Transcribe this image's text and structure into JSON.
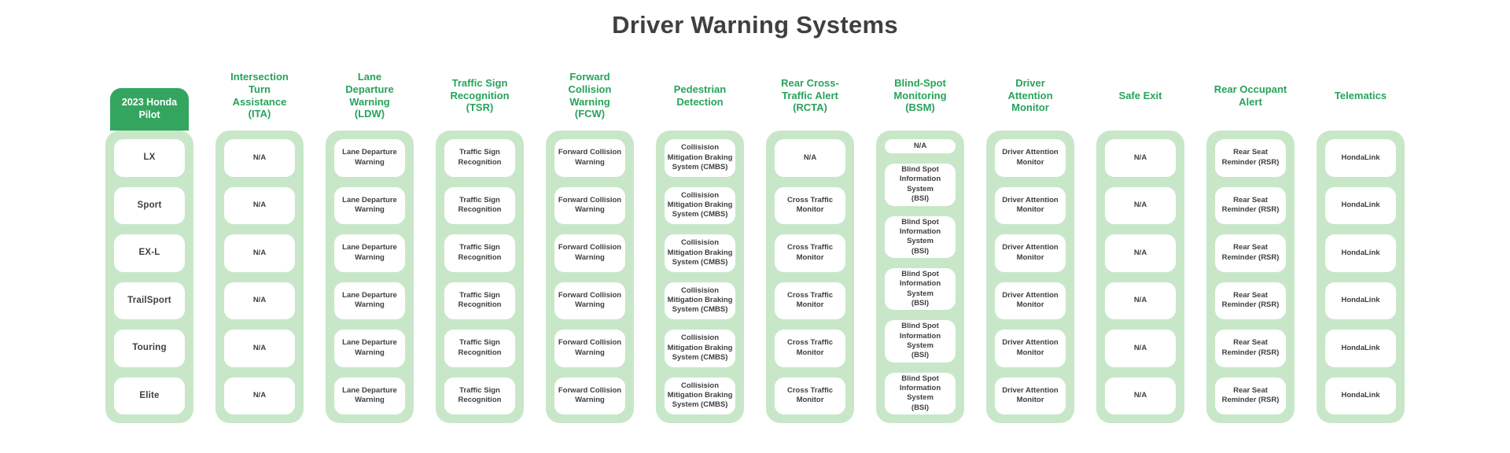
{
  "vehicle_badge": "2023 Honda\nPilot",
  "colors": {
    "badge_green": "#34a55f",
    "column_green": "#c8e7c9",
    "header_green": "#27a35c",
    "title_text": "#3f3f3f",
    "cell_text": "#3f3f3f"
  },
  "chart_data": {
    "type": "table",
    "title": "Driver Warning Systems",
    "row_header_label": "2023 Honda Pilot",
    "rows": [
      "LX",
      "Sport",
      "EX-L",
      "TrailSport",
      "Touring",
      "Elite"
    ],
    "columns": [
      {
        "header": "Intersection\nTurn\nAssistance\n(ITA)",
        "cells": [
          "N/A",
          "N/A",
          "N/A",
          "N/A",
          "N/A",
          "N/A"
        ]
      },
      {
        "header": "Lane\nDeparture\nWarning\n(LDW)",
        "cells": [
          "Lane Departure\nWarning",
          "Lane Departure\nWarning",
          "Lane Departure\nWarning",
          "Lane Departure\nWarning",
          "Lane Departure\nWarning",
          "Lane Departure\nWarning"
        ]
      },
      {
        "header": "Traffic Sign\nRecognition\n(TSR)",
        "cells": [
          "Traffic Sign\nRecognition",
          "Traffic Sign\nRecognition",
          "Traffic Sign\nRecognition",
          "Traffic Sign\nRecognition",
          "Traffic Sign\nRecognition",
          "Traffic Sign\nRecognition"
        ]
      },
      {
        "header": "Forward\nCollision\nWarning\n(FCW)",
        "cells": [
          "Forward Collision\nWarning",
          "Forward Collision\nWarning",
          "Forward Collision\nWarning",
          "Forward Collision\nWarning",
          "Forward Collision\nWarning",
          "Forward Collision\nWarning"
        ]
      },
      {
        "header": "Pedestrian\nDetection",
        "cells": [
          "Collisision\nMitigation Braking\nSystem (CMBS)",
          "Collisision\nMitigation Braking\nSystem (CMBS)",
          "Collisision\nMitigation Braking\nSystem (CMBS)",
          "Collisision\nMitigation Braking\nSystem (CMBS)",
          "Collisision\nMitigation Braking\nSystem (CMBS)",
          "Collisision\nMitigation Braking\nSystem (CMBS)"
        ]
      },
      {
        "header": "Rear Cross-\nTraffic Alert\n(RCTA)",
        "cells": [
          "N/A",
          "Cross Traffic\nMonitor",
          "Cross Traffic\nMonitor",
          "Cross Traffic\nMonitor",
          "Cross Traffic\nMonitor",
          "Cross Traffic\nMonitor"
        ]
      },
      {
        "header": "Blind-Spot\nMonitoring\n(BSM)",
        "cells": [
          "N/A",
          "Blind Spot\nInformation System\n(BSI)",
          "Blind Spot\nInformation System\n(BSI)",
          "Blind Spot\nInformation System\n(BSI)",
          "Blind Spot\nInformation System\n(BSI)",
          "Blind Spot\nInformation System\n(BSI)"
        ]
      },
      {
        "header": "Driver\nAttention\nMonitor",
        "cells": [
          "Driver Attention\nMonitor",
          "Driver Attention\nMonitor",
          "Driver Attention\nMonitor",
          "Driver Attention\nMonitor",
          "Driver Attention\nMonitor",
          "Driver Attention\nMonitor"
        ]
      },
      {
        "header": "Safe Exit",
        "cells": [
          "N/A",
          "N/A",
          "N/A",
          "N/A",
          "N/A",
          "N/A"
        ]
      },
      {
        "header": "Rear Occupant\nAlert",
        "cells": [
          "Rear Seat\nReminder (RSR)",
          "Rear Seat\nReminder (RSR)",
          "Rear Seat\nReminder (RSR)",
          "Rear Seat\nReminder (RSR)",
          "Rear Seat\nReminder (RSR)",
          "Rear Seat\nReminder (RSR)"
        ]
      },
      {
        "header": "Telematics",
        "cells": [
          "HondaLink",
          "HondaLink",
          "HondaLink",
          "HondaLink",
          "HondaLink",
          "HondaLink"
        ]
      }
    ]
  }
}
